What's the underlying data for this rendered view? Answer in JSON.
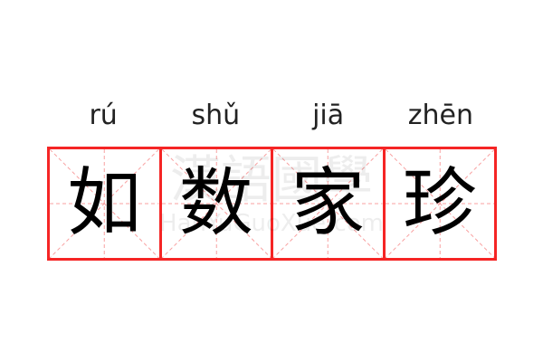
{
  "pinyin": [
    "rú",
    "shǔ",
    "jiā",
    "zhēn"
  ],
  "characters": [
    "如",
    "数",
    "家",
    "珍"
  ],
  "watermark": {
    "chinese": "漢語國學",
    "latin": "HanYuGuoXue.com"
  },
  "colors": {
    "border": "#f52525",
    "guide": "#f8a0a0",
    "text": "#000000"
  }
}
